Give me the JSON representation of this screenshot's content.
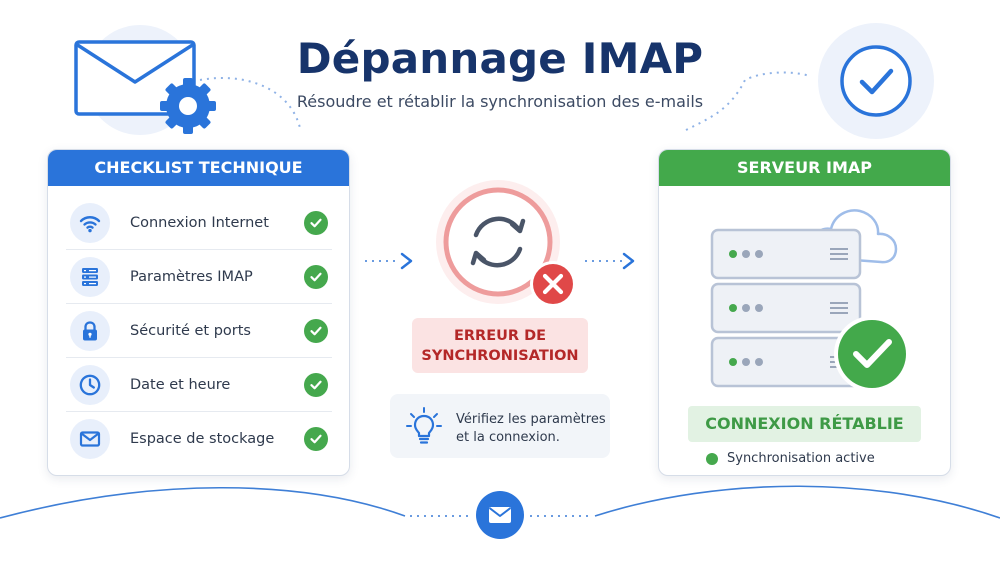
{
  "header": {
    "title": "Dépannage IMAP",
    "subtitle": "Résoudre et rétablir la synchronisation des e-mails"
  },
  "checklist": {
    "title": "CHECKLIST TECHNIQUE",
    "items": [
      {
        "label": "Connexion Internet",
        "icon": "wifi-icon",
        "status": "ok"
      },
      {
        "label": "Paramètres IMAP",
        "icon": "server-settings-icon",
        "status": "ok"
      },
      {
        "label": "Sécurité et ports",
        "icon": "lock-icon",
        "status": "ok"
      },
      {
        "label": "Date et heure",
        "icon": "clock-icon",
        "status": "ok"
      },
      {
        "label": "Espace de stockage",
        "icon": "mail-icon",
        "status": "ok"
      }
    ]
  },
  "center": {
    "error_line1": "ERREUR DE",
    "error_line2": "SYNCHRONISATION",
    "tip_line1": "Vérifiez les paramètres",
    "tip_line2": "et la connexion."
  },
  "server": {
    "title": "SERVEUR IMAP",
    "status": "CONNEXION RÉTABLIE",
    "sync": "Synchronisation active"
  },
  "colors": {
    "title": "#17346b",
    "blue": "#2a74da",
    "green": "#43a94b",
    "error": "#e04848",
    "error_text": "#b42828"
  }
}
